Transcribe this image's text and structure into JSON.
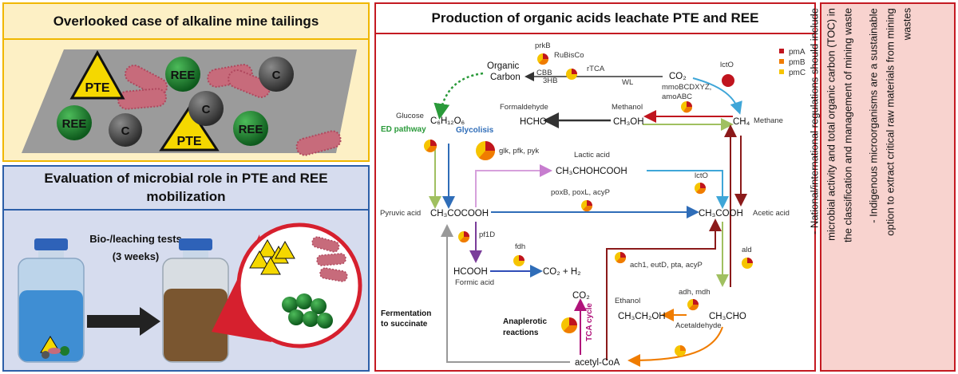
{
  "panel1": {
    "title": "Overlooked case of alkaline mine tailings"
  },
  "tailings": {
    "pte": "PTE",
    "ree": "REE",
    "c": "C"
  },
  "panel2": {
    "title": "Evaluation of microbial role in PTE and REE mobilization",
    "test_label": "Bio-/leaching tests",
    "duration": "(3 weeks)"
  },
  "panel3": {
    "title": "Production of organic acids leachate PTE and REE"
  },
  "legend": {
    "items": [
      "pmA",
      "pmB",
      "pmC"
    ],
    "colors": [
      "#c0141e",
      "#f07c00",
      "#f6c400"
    ]
  },
  "pathway": {
    "organic_carbon_1": "Organic",
    "organic_carbon_2": "Carbon",
    "co2": "CO₂",
    "lcto": "lctO",
    "prkb": "prkB",
    "rubisco": "RuBisCo",
    "rtca": "rTCA",
    "cbb": "CBB",
    "hb3": "3HB",
    "wl": "WL",
    "mmo_1": "mmoBCDXYZ,",
    "mmo_2": "amoABC",
    "glucose": "Glucose",
    "glucose_formula": "C₆H₁₂O₆",
    "ed_pathway": "ED pathway",
    "glycolisis": "Glycolisis",
    "glk": "glk, pfk, pyk",
    "formaldehyde": "Formaldehyde",
    "hcho": "HCHO",
    "methanol": "Methanol",
    "ch3oh": "CH₃OH",
    "ch4": "CH₄",
    "methane": "Methane",
    "lactic_acid": "Lactic acid",
    "lactic_formula": "CH₃CHOHCOOH",
    "lcto_2": "lctO",
    "pox": "poxB, poxL, acyP",
    "pyruvic_acid": "Pyruvic acid",
    "pyruvic_formula": "CH₃COCOOH",
    "acetic_formula": "CH₃COOH",
    "acetic_acid": "Acetic acid",
    "pf1d": "pf1D",
    "fdh": "fdh",
    "hcooh": "HCOOH",
    "formic_acid": "Formic acid",
    "co2_h2": "CO₂ + H₂",
    "ald": "ald",
    "ach1": "ach1, eutD, pta, acyP",
    "fermentation_1": "Fermentation",
    "fermentation_2": "to succinate",
    "co2_b": "CO₂",
    "tca": "TCA cycle",
    "anaplerotic_1": "Anaplerotic",
    "anaplerotic_2": "reactions",
    "ethanol": "Ethanol",
    "adh": "adh, mdh",
    "ch3ch2oh": "CH₃CH₂OH",
    "ch3cho": "CH₃CHO",
    "acetaldehyde": "Acetaldehyde",
    "acetyl_coa": "acetyl-CoA"
  },
  "panel4": {
    "line1": "- National/international regulations should include",
    "line2": "microbial activity and total organic carbon (TOC) in",
    "line3": "the classification and management of mining waste",
    "line4": "- Indigenous microorganisms are a sustainable",
    "line5": "option to extract critical raw materials from mining",
    "line6": "wastes"
  }
}
